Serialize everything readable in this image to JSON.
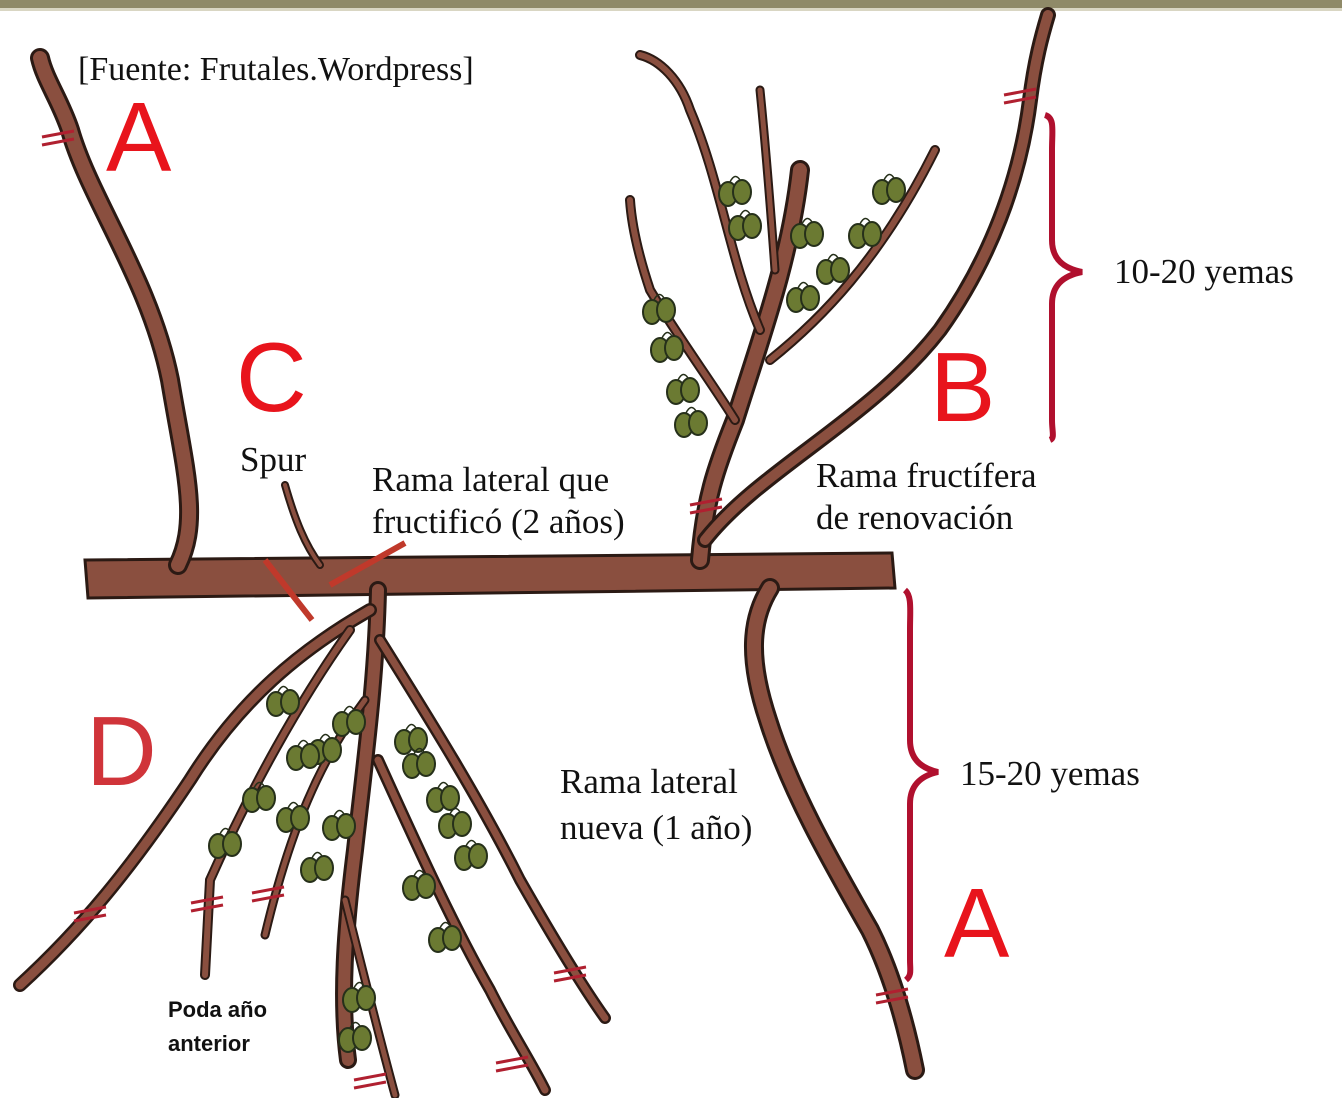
{
  "source": "[Fuente: Frutales.Wordpress]",
  "letters": {
    "a_top": "A",
    "b": "B",
    "c": "C",
    "d": "D",
    "a_bottom": "A"
  },
  "labels": {
    "spur": "Spur",
    "rama_lateral_que_l1": "Rama lateral que",
    "rama_lateral_que_l2": "fructificó (2 años)",
    "rama_fructifera_l1": "Rama fructífera",
    "rama_fructifera_l2": "de renovación",
    "yemas_upper": "10-20 yemas",
    "yemas_lower": "15-20 yemas",
    "rama_nueva_l1": "Rama lateral",
    "rama_nueva_l2": "nueva (1 año)",
    "poda_l1": "Poda año",
    "poda_l2": "anterior"
  },
  "colors": {
    "wood": "#8a4f3f",
    "wood_outline": "#2b1a14",
    "letter_red": "#e8141c",
    "letter_red_d": "#d0343a",
    "brace": "#b0102e",
    "cut_mark": "#c0392b",
    "fruit": "#6b7a32"
  }
}
